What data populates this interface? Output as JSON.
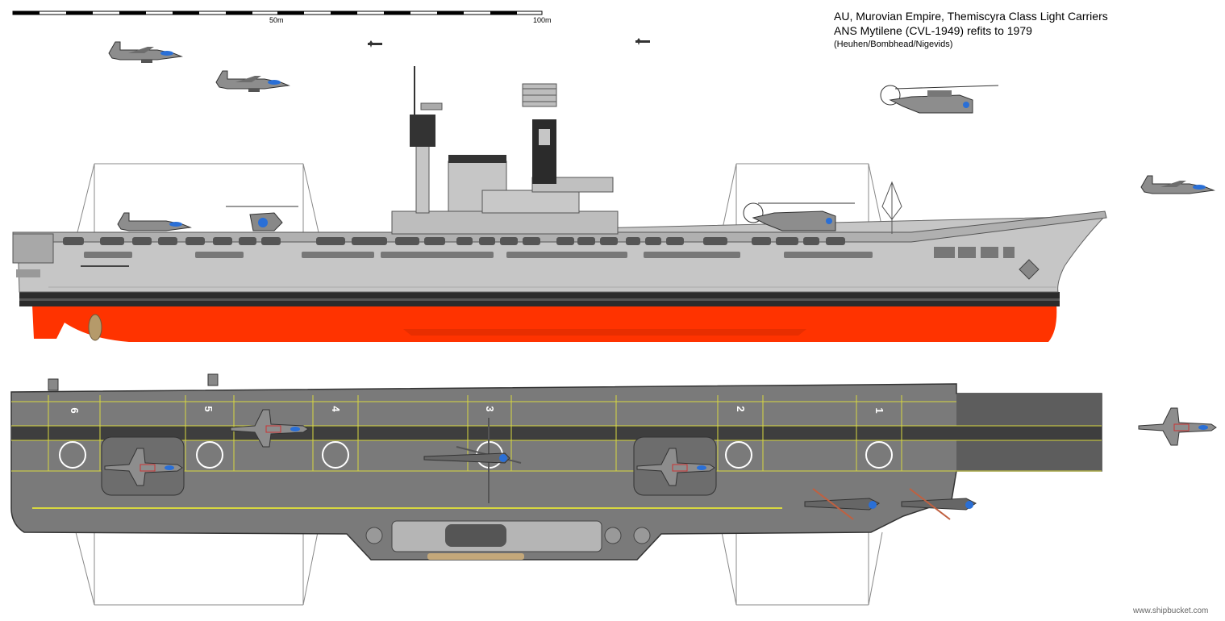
{
  "title": {
    "line1": "AU, Murovian Empire, Themiscyra Class Light Carriers",
    "line2": "ANS Mytilene (CVL-1949) refits to 1979",
    "credits": "(Heuhen/Bombhead/Nigevids)"
  },
  "scale_bar": {
    "mid_label": "50m",
    "end_label": "100m"
  },
  "deck_spots": [
    "6",
    "5",
    "4",
    "3",
    "2",
    "1"
  ],
  "watermark": "www.shipbucket.com",
  "colors": {
    "hull_grey": "#c6c6c6",
    "boot_black": "#2b2b2b",
    "antifouling_red": "#ff3300",
    "deck_grey": "#7a7a7a",
    "deck_dark": "#4a4a4a",
    "deck_line_yellow": "#d8d840",
    "aircraft_grey": "#8d8d8d",
    "accent_blue": "#2a6fd6"
  }
}
